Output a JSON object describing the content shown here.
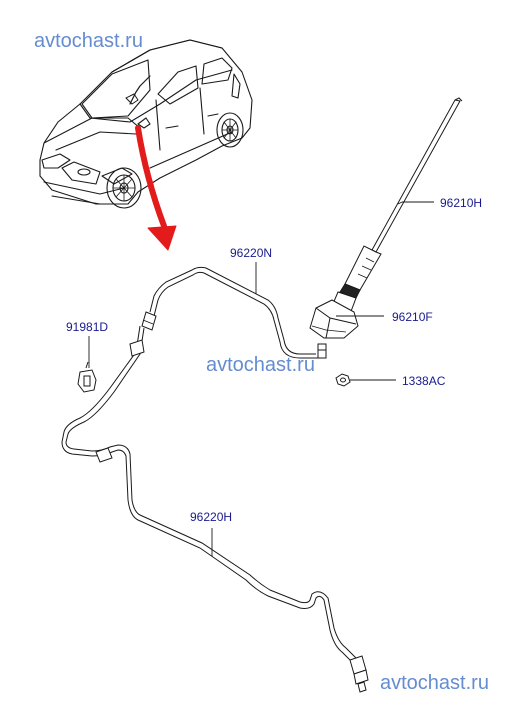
{
  "watermark": "avtochast.ru",
  "colors": {
    "line": "#1a1a1a",
    "label": "#1a1a8c",
    "arrow": "#e31b1b",
    "watermark": "#4a78c8"
  },
  "parts": {
    "antenna_mast": "96210H",
    "antenna_base": "96210F",
    "cable_upper": "96220N",
    "cable_lower": "96220H",
    "clip": "91981D",
    "nut": "1338AC"
  }
}
